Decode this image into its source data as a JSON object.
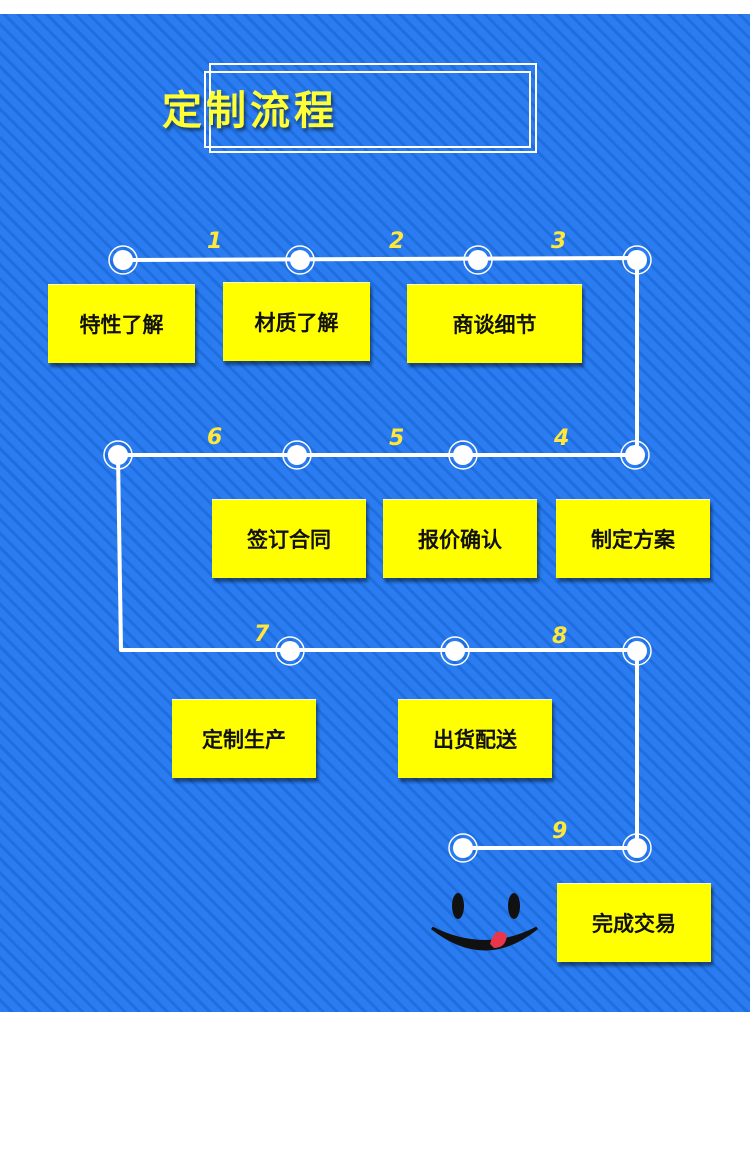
{
  "title": "定制流程",
  "steps": [
    "特性了解",
    "材质了解",
    "商谈细节",
    "制定方案",
    "报价确认",
    "签订合同",
    "定制生产",
    "出货配送",
    "完成交易"
  ],
  "numbers": [
    "1",
    "2",
    "3",
    "4",
    "5",
    "6",
    "7",
    "8",
    "9"
  ],
  "colors": {
    "background": "#2a7cf0",
    "box": "#ffff00",
    "number": "#ffe83a"
  }
}
